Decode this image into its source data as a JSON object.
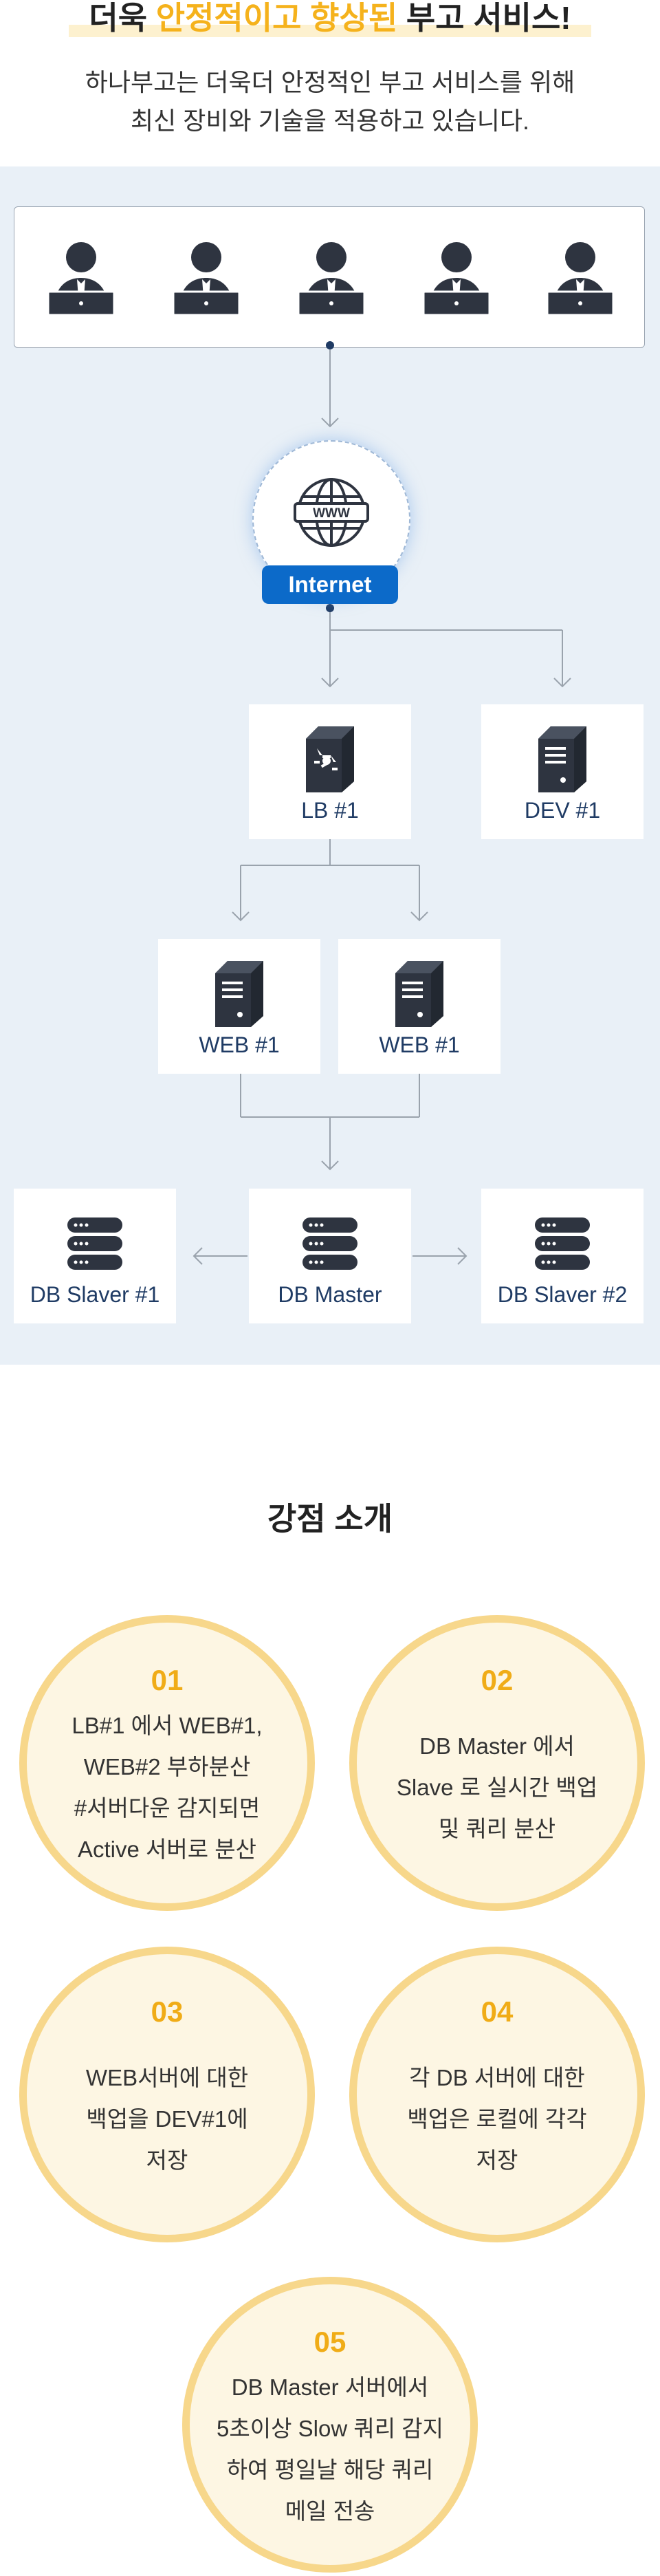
{
  "header": {
    "title_pre": "더욱 ",
    "title_highlight": "안정적이고 향상된",
    "title_post": " 부고 서비스!",
    "subtitle_line1": "하나부고는 더욱더 안정적인 부고 서비스를 위해",
    "subtitle_line2": "최신 장비와 기술을 적용하고 있습니다."
  },
  "diagram": {
    "internet_label": "Internet",
    "www_text": "WWW",
    "nodes": {
      "lb1": "LB #1",
      "dev1": "DEV #1",
      "web1": "WEB #1",
      "web2": "WEB #1",
      "db_slave1": "DB Slaver #1",
      "db_master": "DB Master",
      "db_slave2": "DB Slaver #2"
    },
    "colors": {
      "dark_icon": "#2e3440",
      "line": "#9aa3ad",
      "internet": "#0c6ac9"
    }
  },
  "strengths": {
    "title": "강점 소개",
    "items": [
      {
        "num": "01",
        "lines": [
          "LB#1 에서 WEB#1,",
          "WEB#2 부하분산",
          "#서버다운 감지되면",
          "Active 서버로 분산"
        ]
      },
      {
        "num": "02",
        "lines": [
          "DB Master 에서",
          "Slave 로 실시간 백업",
          "및 쿼리 분산"
        ]
      },
      {
        "num": "03",
        "lines": [
          "WEB서버에 대한",
          "백업을 DEV#1에",
          "저장"
        ]
      },
      {
        "num": "04",
        "lines": [
          "각 DB 서버에 대한",
          "백업은 로컬에 각각",
          "저장"
        ]
      },
      {
        "num": "05",
        "lines": [
          "DB Master 서버에서",
          "5초이상 Slow 쿼리 감지",
          "하여 평일날 해당 쿼리",
          "메일 전송"
        ]
      }
    ]
  }
}
